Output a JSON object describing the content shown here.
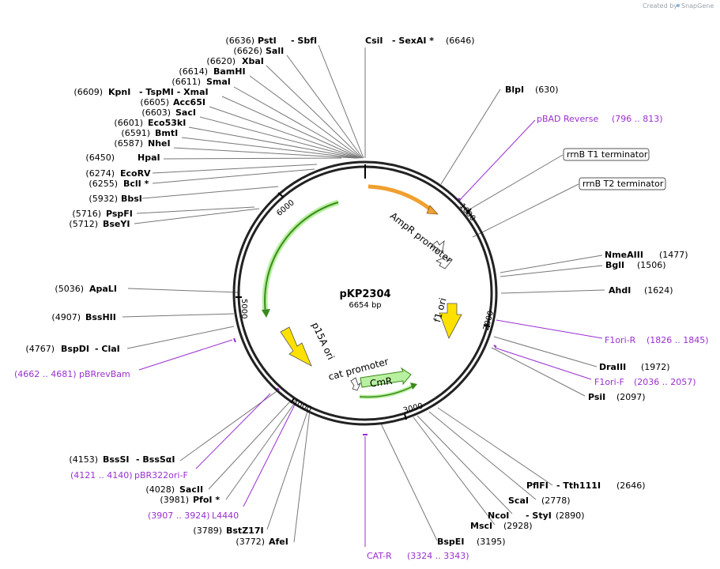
{
  "credit": {
    "prefix": "Created by",
    "brand": "SnapGene"
  },
  "plasmid": {
    "name": "pKP2304",
    "size": "6654 bp"
  },
  "ticks": [
    "1000",
    "2000",
    "3000",
    "4000",
    "5000",
    "6000"
  ],
  "features": {
    "ampr_promoter": "AmpR promoter",
    "f1_ori": "f1 ori",
    "p15a_ori": "p15A ori",
    "cat_promoter": "cat promoter",
    "cmr": "CmR"
  },
  "boxed_labels": {
    "rrnb_t1": "rrnB T1 terminator",
    "rrnb_t2": "rrnB T2 terminator"
  },
  "sites_left": [
    {
      "pos": "(6636)",
      "name": "PstI",
      "extra": "- SbfI"
    },
    {
      "pos": "(6626)",
      "name": "SalI",
      "extra": ""
    },
    {
      "pos": "(6620)",
      "name": "XbaI",
      "extra": ""
    },
    {
      "pos": "(6614)",
      "name": "BamHI",
      "extra": ""
    },
    {
      "pos": "(6611)",
      "name": "SmaI",
      "extra": ""
    },
    {
      "pos": "(6609)",
      "name": "KpnI",
      "extra": "- TspMI   - XmaI"
    },
    {
      "pos": "(6605)",
      "name": "Acc65I",
      "extra": ""
    },
    {
      "pos": "(6603)",
      "name": "SacI",
      "extra": ""
    },
    {
      "pos": "(6601)",
      "name": "Eco53kI",
      "extra": ""
    },
    {
      "pos": "(6591)",
      "name": "BmtI",
      "extra": ""
    },
    {
      "pos": "(6587)",
      "name": "NheI",
      "extra": ""
    },
    {
      "pos": "(6450)",
      "name": "HpaI",
      "extra": ""
    },
    {
      "pos": "(6274)",
      "name": "EcoRV",
      "extra": ""
    },
    {
      "pos": "(6255)",
      "name": "BclI *",
      "extra": ""
    },
    {
      "pos": "(5932)",
      "name": "BbsI",
      "extra": ""
    },
    {
      "pos": "(5716)",
      "name": "PspFI",
      "extra": ""
    },
    {
      "pos": "(5712)",
      "name": "BseYI",
      "extra": ""
    },
    {
      "pos": "(5036)",
      "name": "ApaLI",
      "extra": ""
    },
    {
      "pos": "(4907)",
      "name": "BssHII",
      "extra": ""
    },
    {
      "pos": "(4767)",
      "name": "BspDI",
      "extra": "- ClaI"
    },
    {
      "pos": "(4153)",
      "name": "BssSI",
      "extra": "- BssSαI"
    },
    {
      "pos": "(4028)",
      "name": "SacII",
      "extra": ""
    },
    {
      "pos": "(3981)",
      "name": "PfoI *",
      "extra": ""
    },
    {
      "pos": "(3789)",
      "name": "BstZ17I",
      "extra": ""
    },
    {
      "pos": "(3772)",
      "name": "AfeI",
      "extra": ""
    }
  ],
  "sites_right": [
    {
      "name": "CsiI",
      "extra": "- SexAI *",
      "pos": "(6646)"
    },
    {
      "name": "BlpI",
      "extra": "",
      "pos": "(630)"
    },
    {
      "name": "NmeAIII",
      "extra": "",
      "pos": "(1477)"
    },
    {
      "name": "BglI",
      "extra": "",
      "pos": "(1506)"
    },
    {
      "name": "AhdI",
      "extra": "",
      "pos": "(1624)"
    },
    {
      "name": "DraIII",
      "extra": "",
      "pos": "(1972)"
    },
    {
      "name": "PsiI",
      "extra": "",
      "pos": "(2097)"
    },
    {
      "name": "PflFI",
      "extra": "- Tth111I",
      "pos": "(2646)"
    },
    {
      "name": "ScaI",
      "extra": "",
      "pos": "(2778)"
    },
    {
      "name": "NcoI",
      "extra": "- StyI",
      "pos": "(2890)"
    },
    {
      "name": "MscI",
      "extra": "",
      "pos": "(2928)"
    },
    {
      "name": "BspEI",
      "extra": "",
      "pos": "(3195)"
    }
  ],
  "primers": [
    {
      "name": "pBAD Reverse",
      "range": "(796 .. 813)"
    },
    {
      "name": "F1ori-R",
      "range": "(1826 .. 1845)"
    },
    {
      "name": "F1ori-F",
      "range": "(2036 .. 2057)"
    },
    {
      "name": "CAT-R",
      "range": "(3324 .. 3343)"
    },
    {
      "name": "pBR322ori-F",
      "range": "(4121 .. 4140)"
    },
    {
      "name": "L4440",
      "range": "(3907 .. 3924)"
    },
    {
      "name": "pBRrevBam",
      "range": "(4662 .. 4681)"
    }
  ],
  "colors": {
    "backbone": "#222222",
    "leader": "#777777",
    "primer": "#9a2fd1",
    "ampr": "#f0a030",
    "ori": "#ffe100",
    "green_dark": "#3a8a1a",
    "green_light": "#b8f0a0",
    "promoter": "#ffffff"
  }
}
